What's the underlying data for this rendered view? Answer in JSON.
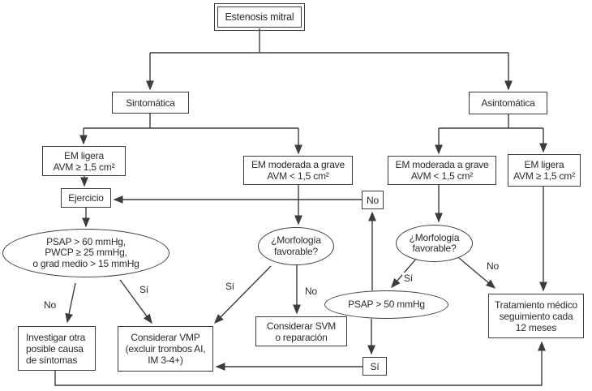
{
  "diagram": {
    "title": "Estenosis mitral",
    "colors": {
      "line": "#3c3c3c",
      "text": "#2b2b2b",
      "background": "#ffffff"
    },
    "nodes": {
      "root": "Estenosis mitral",
      "sintomatica": "Sintomática",
      "asintomatica": "Asintomática",
      "em_ligera_left": "EM ligera\nAVM ≥ 1,5 cm²",
      "em_moderada_mid": "EM moderada a grave\nAVM < 1,5 cm²",
      "em_moderada_right": "EM moderada a grave\nAVM < 1,5 cm²",
      "em_ligera_right": "EM ligera\nAVM ≥ 1,5 cm²",
      "ejercicio": "Ejercicio",
      "hemodinamica": "PSAP > 60 mmHg,\nPWCP ≥ 25 mmHg,\no grad medio > 15 mmHg",
      "morfologia_mid": "¿Morfología\nfavorable?",
      "morfologia_right": "¿Morfología\nfavorable?",
      "psap50": "PSAP > 50 mmHg",
      "investigar": "Investigar otra\nposible causa\nde síntomas",
      "vmp": "Considerar VMP\n(excluir trombos AI,\nIM 3-4+)",
      "svm": "Considerar SVM\no reparación",
      "tratamiento": "Tratamiento médico\nseguimiento cada\n12 meses",
      "no_box": "No",
      "si_box": "Sí"
    },
    "edge_labels": {
      "left_no": "No",
      "left_si": "Sí",
      "mid_si": "Sí",
      "mid_no": "No",
      "right_si": "Sí",
      "right_no": "No"
    }
  }
}
